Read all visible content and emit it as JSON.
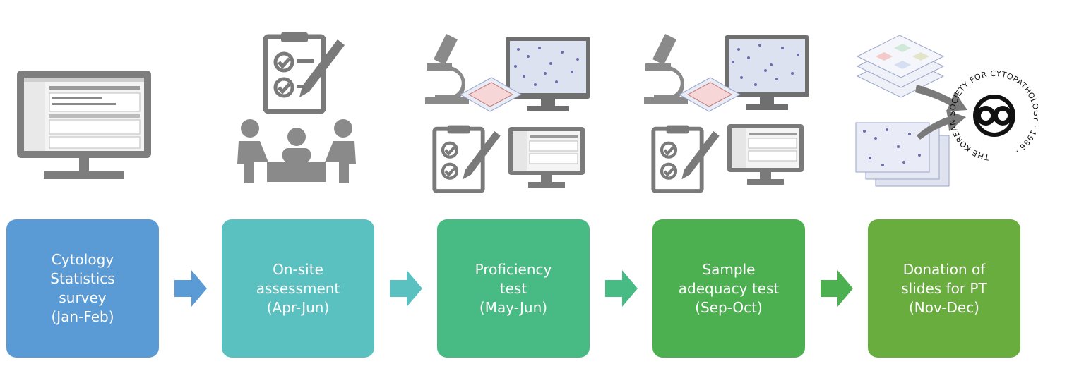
{
  "steps": [
    {
      "lines": [
        "Cytology",
        "Statistics",
        "survey",
        "(Jan-Feb)"
      ],
      "color": "#5b9bd5",
      "arrow_color": "#5b9bd5"
    },
    {
      "lines": [
        "On-site",
        "assessment",
        "(Apr-Jun)"
      ],
      "color": "#5bc0c0",
      "arrow_color": "#5bc0c0"
    },
    {
      "lines": [
        "Proficiency",
        "test",
        "(May-Jun)"
      ],
      "color": "#48bb84",
      "arrow_color": "#48bb84"
    },
    {
      "lines": [
        "Sample",
        "adequacy test",
        "(Sep-Oct)"
      ],
      "color": "#4caf50",
      "arrow_color": "#4caf50"
    },
    {
      "lines": [
        "Donation of",
        "slides for PT",
        "(Nov-Dec)"
      ],
      "color": "#6aad3f"
    }
  ],
  "logo": {
    "text": "THE KOREAN SOCIETY FOR CYTOPATHOLOGY · 1986 ·"
  },
  "icons": [
    "monitor-icon",
    "checklist-icon",
    "meeting-icon",
    "microscope-icon",
    "slides-icon",
    "logo-icon"
  ],
  "colors": {
    "icon_gray": "#8a8a8a",
    "icon_dark": "#555555"
  }
}
